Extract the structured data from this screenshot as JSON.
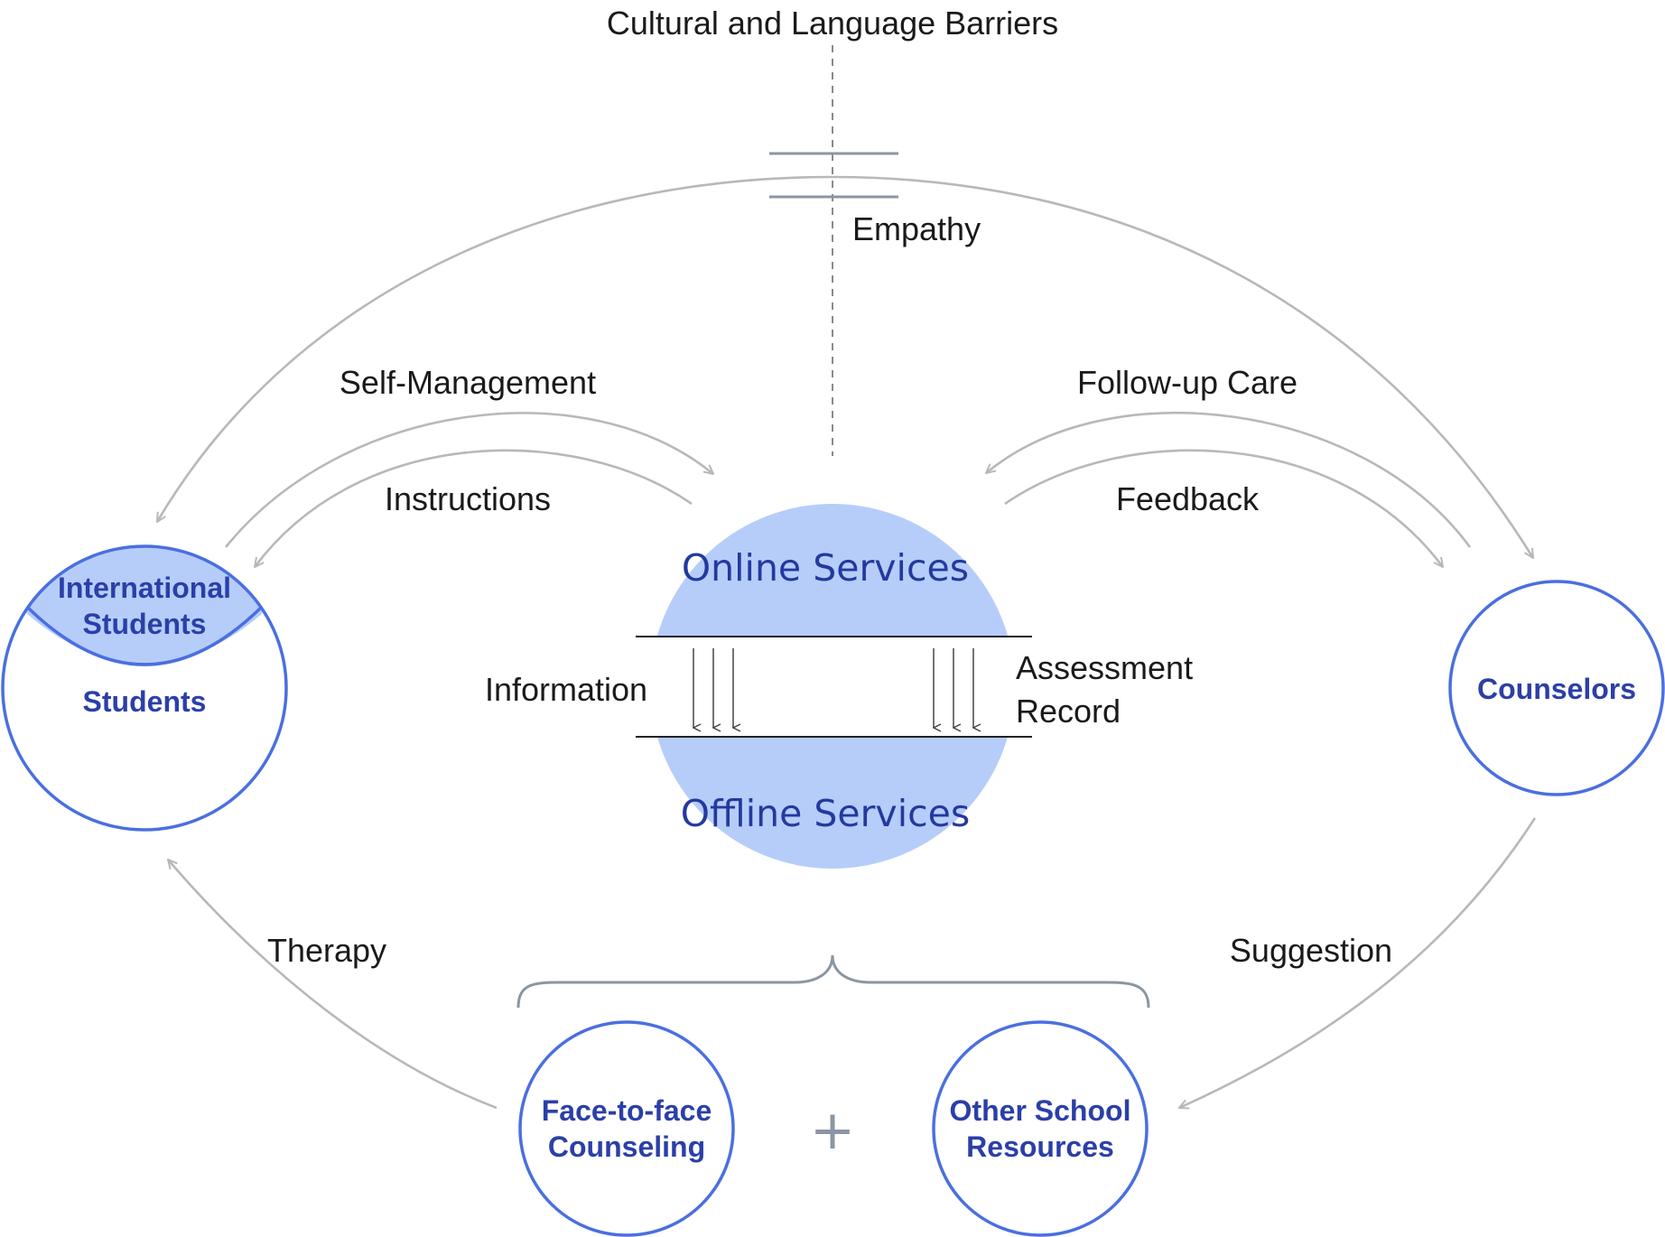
{
  "title": "Cultural and Language Barriers",
  "empathy": "Empathy",
  "flows": {
    "self_management": "Self-Management",
    "instructions": "Instructions",
    "follow_up_care": "Follow-up Care",
    "feedback": "Feedback",
    "information": "Information",
    "assessment_record": [
      "Assessment",
      "Record"
    ],
    "therapy": "Therapy",
    "suggestion": "Suggestion"
  },
  "nodes": {
    "international_students": [
      "International",
      "Students"
    ],
    "students": "Students",
    "counselors": "Counselors",
    "online_services": "Online Services",
    "offline_services": "Offline Services",
    "face_to_face": [
      "Face-to-face",
      "Counseling"
    ],
    "other_resources": [
      "Other School",
      "Resources"
    ]
  },
  "plus": "+",
  "colors": {
    "node_stroke": "#4a6fe0",
    "node_fill_light": "#b6cdfa",
    "node_text": "#2b3fa8",
    "arrow": "#b8b8b8",
    "barrier": "#8a96a3"
  }
}
